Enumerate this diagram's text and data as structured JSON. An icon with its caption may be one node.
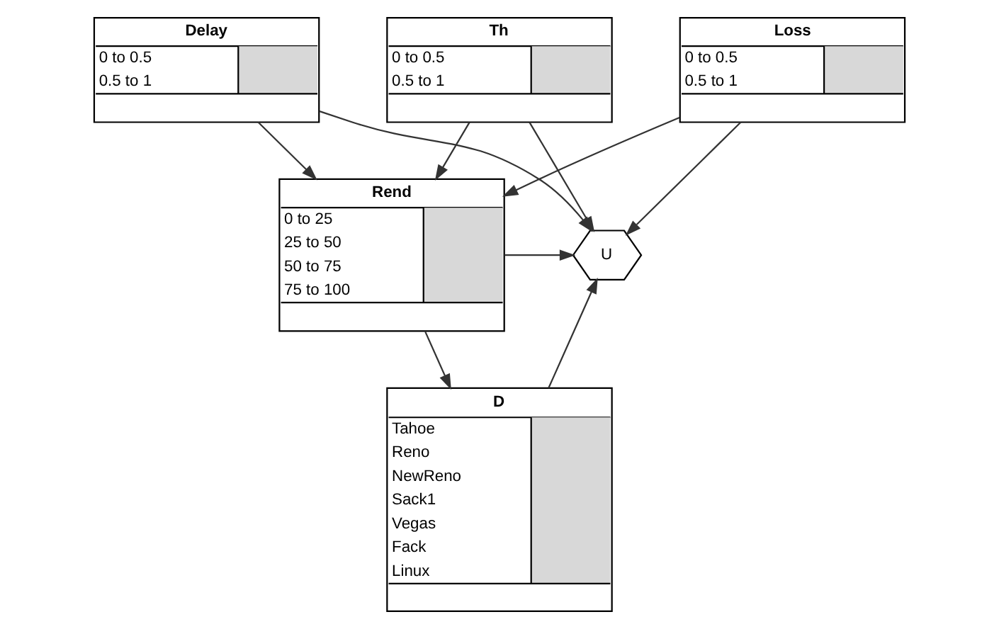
{
  "diagram": {
    "nodes": [
      {
        "text": [
          "Delay",
          "0 to 0.5",
          "0.5 to 1"
        ]
      },
      {
        "text": [
          "Th",
          "0 to 0.5",
          "0.5 to 1"
        ]
      },
      {
        "text": [
          "Loss",
          "0 to 0.5",
          "0.5 to 1"
        ]
      },
      {
        "text": [
          "Rend",
          "0 to 25",
          "25 to 50",
          "50 to 75",
          "75 to 100"
        ]
      },
      {
        "text": [
          "U"
        ]
      },
      {
        "text": [
          "D",
          "Tahoe",
          "Reno",
          "NewReno",
          "Sack1",
          "Vegas",
          "Fack",
          "Linux"
        ]
      }
    ],
    "edges": [
      {
        "from": 0,
        "to": 3,
        "arrow": "to"
      },
      {
        "from": 0,
        "to": 4,
        "arrow": "to"
      },
      {
        "from": 1,
        "to": 3,
        "arrow": "to"
      },
      {
        "from": 1,
        "to": 4,
        "arrow": "to"
      },
      {
        "from": 2,
        "to": 3,
        "arrow": "to"
      },
      {
        "from": 2,
        "to": 4,
        "arrow": "to"
      },
      {
        "from": 3,
        "to": 4,
        "arrow": "to"
      },
      {
        "from": 3,
        "to": 5,
        "arrow": "to"
      },
      {
        "from": 5,
        "to": 4,
        "arrow": "to"
      }
    ]
  }
}
